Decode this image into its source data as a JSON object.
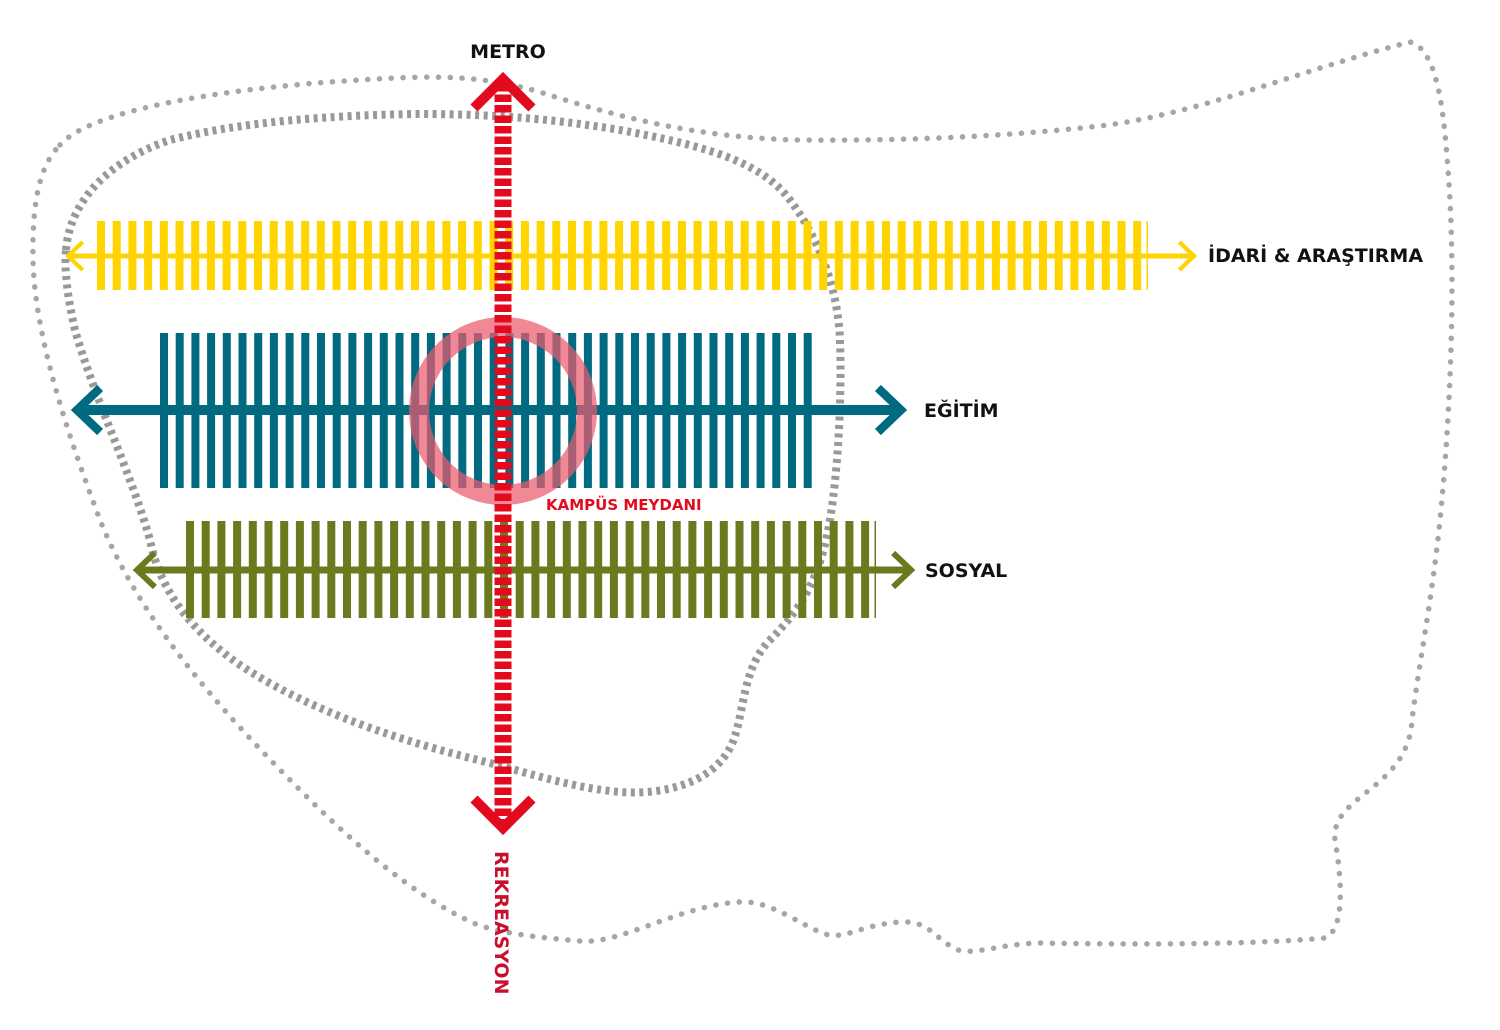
{
  "title": "Campus axes diagram",
  "colors": {
    "yellow": "#FFD400",
    "teal": "#006A80",
    "olive": "#6B7A1E",
    "red": "#E30A1E",
    "red_dark": "#C8102E",
    "circle": "#EC5A6E",
    "boundary": "#A6A6A6",
    "label": "#111111"
  },
  "axes": {
    "vertical": {
      "top_label": "METRO",
      "bottom_label": "REKREASYON"
    },
    "bands": [
      {
        "id": "idari",
        "label": "İDARİ & ARAŞTIRMA",
        "color_key": "yellow"
      },
      {
        "id": "egitim",
        "label": "EĞİTİM",
        "color_key": "teal"
      },
      {
        "id": "sosyal",
        "label": "SOSYAL",
        "color_key": "olive"
      }
    ]
  },
  "center": {
    "label": "KAMPÜS MEYDANI"
  },
  "boundaries": [
    {
      "id": "outer-site-boundary",
      "style": "dotted"
    },
    {
      "id": "inner-campus-boundary",
      "style": "dashed"
    }
  ]
}
